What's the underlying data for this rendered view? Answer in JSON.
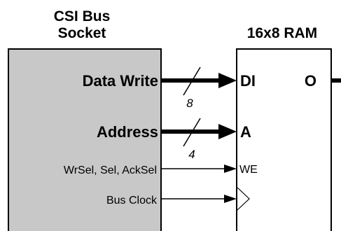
{
  "socket": {
    "title_line1": "CSI Bus",
    "title_line2": "Socket",
    "fill_color": "#c8c8c8"
  },
  "ram": {
    "title": "16x8 RAM",
    "fill_color": "#ffffff"
  },
  "signals": {
    "data_write": "Data Write",
    "address": "Address",
    "wrsel": "WrSel, Sel, AckSel",
    "bus_clock": "Bus Clock"
  },
  "ports": {
    "di": "DI",
    "a": "A",
    "we": "WE",
    "o": "O"
  },
  "bus_widths": {
    "data": "8",
    "address": "4"
  }
}
